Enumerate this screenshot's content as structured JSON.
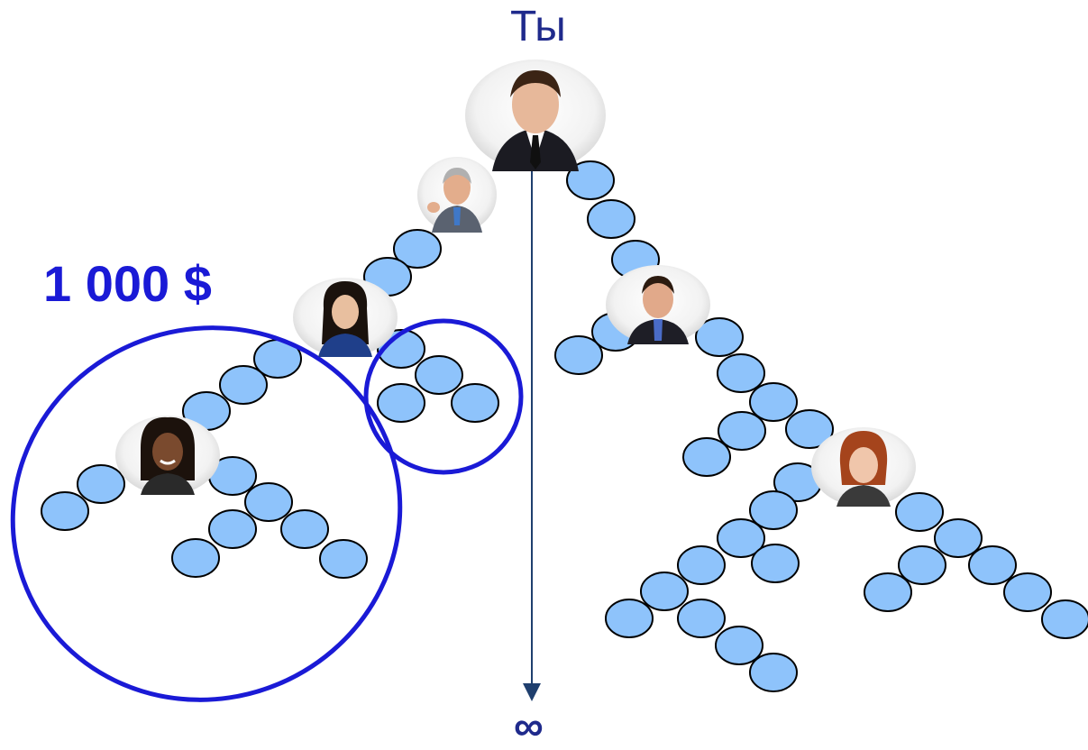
{
  "diagram": {
    "top_label": "Ты",
    "amount_label": "1 000 $",
    "infinity_label": "∞",
    "colors": {
      "node_fill": "#8ec3fb",
      "node_stroke": "#000000",
      "highlight_ring": "#1a1ad6",
      "arrow": "#1f3f6e",
      "label_blue": "#1f2a8c",
      "amount_blue": "#1a1ad6"
    },
    "people": [
      {
        "id": "you",
        "icon": "businessman-avatar-icon"
      },
      {
        "id": "senior-man",
        "icon": "senior-businessman-avatar-icon"
      },
      {
        "id": "woman-1",
        "icon": "businesswoman-avatar-icon"
      },
      {
        "id": "woman-2",
        "icon": "smiling-woman-avatar-icon"
      },
      {
        "id": "man-2",
        "icon": "businessman-avatar-icon"
      },
      {
        "id": "woman-3",
        "icon": "redhead-woman-avatar-icon"
      }
    ]
  }
}
